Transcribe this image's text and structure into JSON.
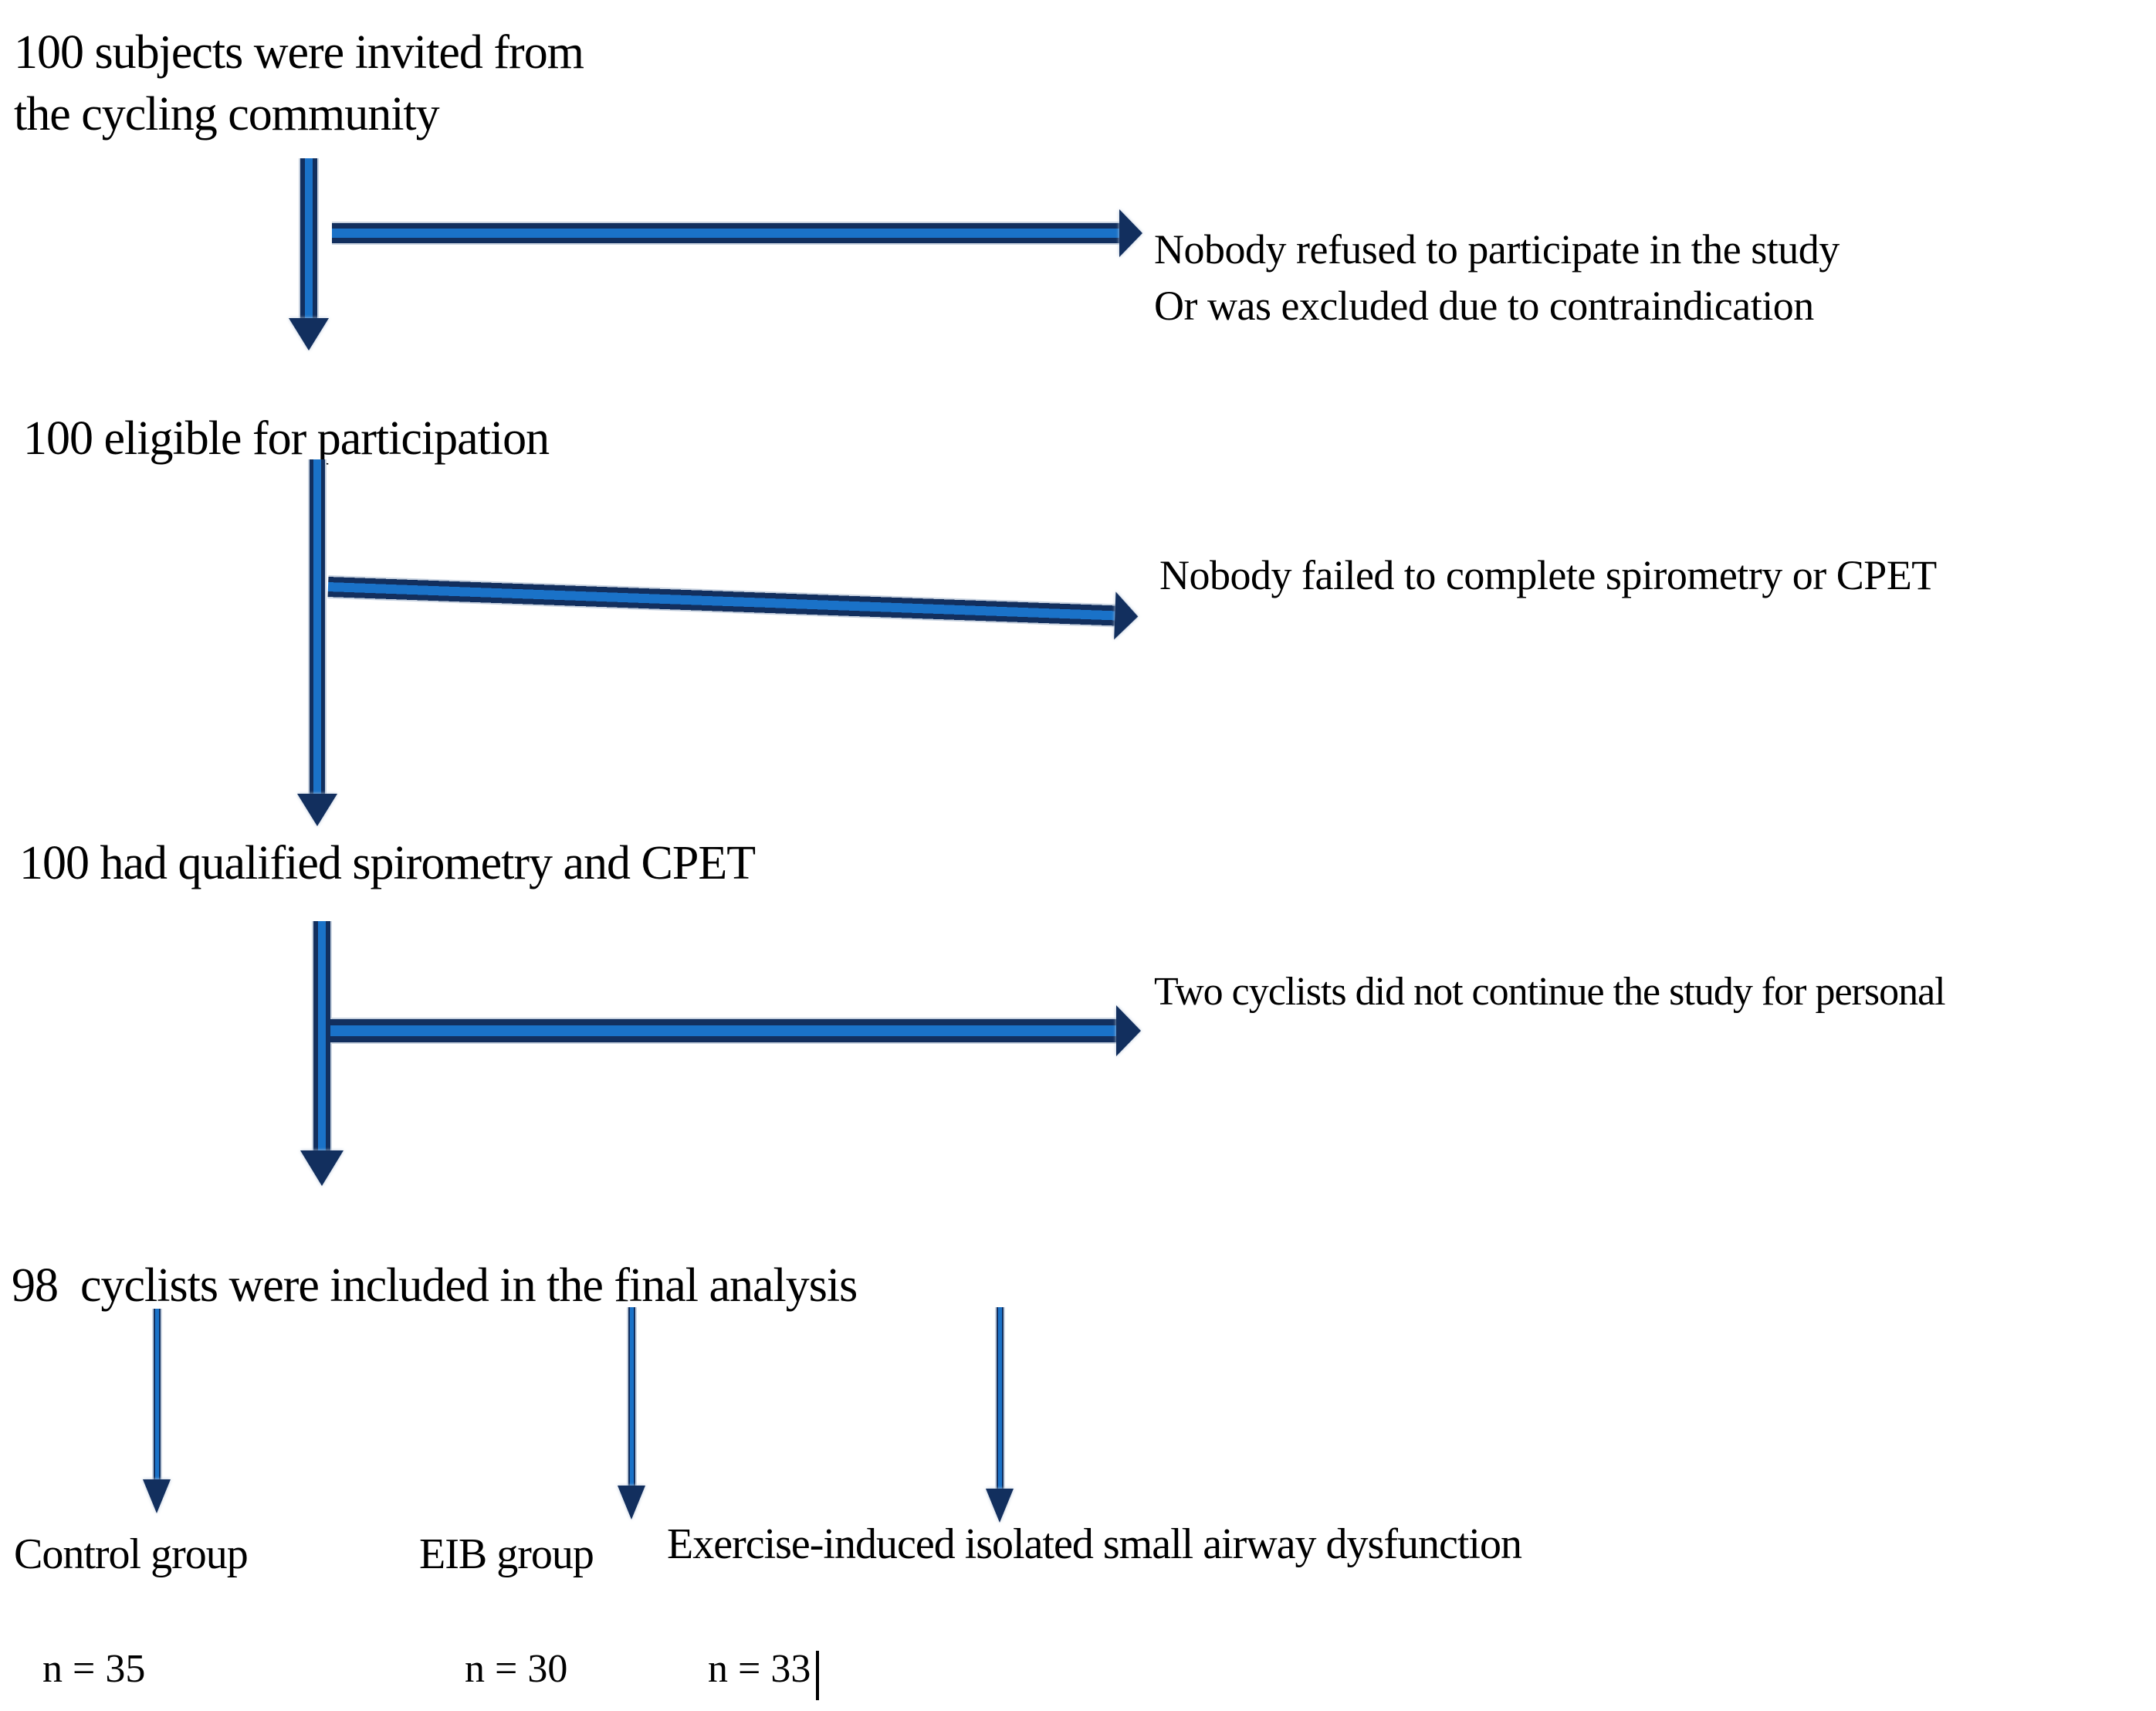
{
  "diagram": {
    "steps": [
      {
        "label": "100 subjects were invited from\nthe cycling community"
      },
      {
        "label": "100 eligible for participation"
      },
      {
        "label": "100 had qualified spirometry and CPET"
      },
      {
        "label": "98  cyclists were included in the final analysis"
      }
    ],
    "side_notes": [
      {
        "label": "Nobody refused to participate in the study\nOr was excluded due to contraindication"
      },
      {
        "label": "Nobody failed to complete spirometry or CPET"
      },
      {
        "label": "Two cyclists did not continue the study for personal"
      }
    ],
    "groups": [
      {
        "label": "Control group",
        "count": "n = 35"
      },
      {
        "label": "EIB group",
        "count": "n = 30"
      },
      {
        "label": "Exercise-induced isolated small airway dysfunction",
        "count": "n = 33"
      }
    ],
    "colors": {
      "arrow_fill": "#1a72c8",
      "arrow_border": "#122f5e",
      "arrow_fringe": "#c9d3e0",
      "text_color": "#000000",
      "background": "#ffffff"
    }
  }
}
